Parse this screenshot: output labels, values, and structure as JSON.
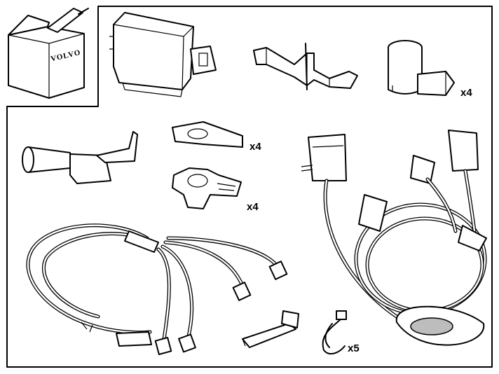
{
  "box": {
    "brand": "VOLVO"
  },
  "parts": {
    "sensor": {
      "quantity": "x4"
    },
    "bezel": {
      "quantity": "x4"
    },
    "clip": {
      "quantity": "x4"
    },
    "cable_tie": {
      "quantity": "x5"
    }
  }
}
